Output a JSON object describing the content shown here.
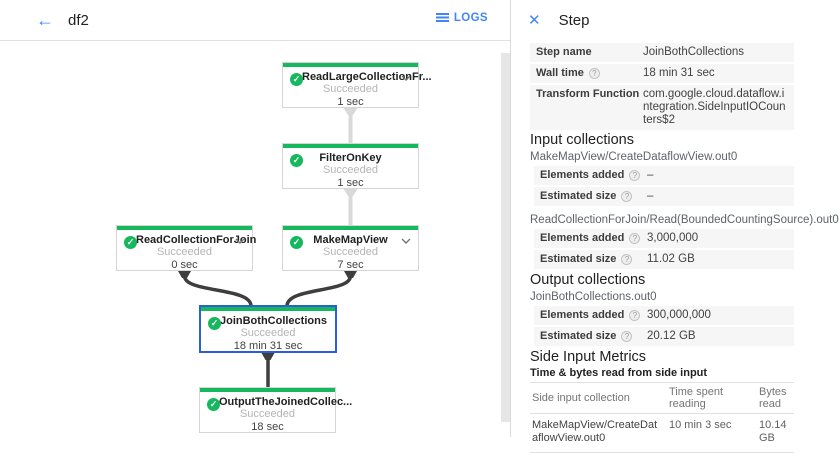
{
  "header": {
    "back_icon": "←",
    "title": "df2",
    "logs_label": "LOGS"
  },
  "colors": {
    "accent_blue": "#4285f4",
    "success_green": "#15b85c",
    "selected_border_blue": "#2c5ed9",
    "edge_dark": "#3e3e3e",
    "edge_light": "#d9d9d9"
  },
  "icons": {
    "check": "✓",
    "help": "?",
    "close": "✕"
  },
  "graph": {
    "nodes": [
      {
        "title": "ReadLargeCollectionFr...",
        "status": "Succeeded",
        "duration": "1 sec"
      },
      {
        "title": "FilterOnKey",
        "status": "Succeeded",
        "duration": "1 sec"
      },
      {
        "title": "ReadCollectionForJoin",
        "status": "Succeeded",
        "duration": "0 sec"
      },
      {
        "title": "MakeMapView",
        "status": "Succeeded",
        "duration": "7 sec"
      },
      {
        "title": "JoinBothCollections",
        "status": "Succeeded",
        "duration": "18 min 31 sec"
      },
      {
        "title": "OutputTheJoinedCollec...",
        "status": "Succeeded",
        "duration": "18 sec"
      }
    ]
  },
  "panel": {
    "title": "Step",
    "fields": [
      {
        "label": "Step name",
        "value": "JoinBothCollections"
      },
      {
        "label": "Wall time",
        "value": "18 min 31 sec"
      },
      {
        "label": "Transform Function",
        "value": "com.google.cloud.dataflow.integration.SideInputIOCounters$2"
      }
    ],
    "input_collections": {
      "heading": "Input collections",
      "collections": [
        {
          "name": "MakeMapView/CreateDataflowView.out0",
          "rows": [
            {
              "label": "Elements added",
              "value": "–"
            },
            {
              "label": "Estimated size",
              "value": "–"
            }
          ]
        },
        {
          "name": "ReadCollectionForJoin/Read(BoundedCountingSource).out0",
          "rows": [
            {
              "label": "Elements added",
              "value": "3,000,000"
            },
            {
              "label": "Estimated size",
              "value": "11.02 GB"
            }
          ]
        }
      ]
    },
    "output_collections": {
      "heading": "Output collections",
      "collections": [
        {
          "name": "JoinBothCollections.out0",
          "rows": [
            {
              "label": "Elements added",
              "value": "300,000,000"
            },
            {
              "label": "Estimated size",
              "value": "20.12 GB"
            }
          ]
        }
      ]
    },
    "side_input_metrics": {
      "heading": "Side Input Metrics",
      "subtitle": "Time & bytes read from side input",
      "table": {
        "columns": [
          "Side input collection",
          "Time spent reading",
          "Bytes read"
        ],
        "rows": [
          [
            "MakeMapView/CreateDataflowView.out0",
            "10 min 3 sec",
            "10.14 GB"
          ]
        ]
      }
    }
  }
}
